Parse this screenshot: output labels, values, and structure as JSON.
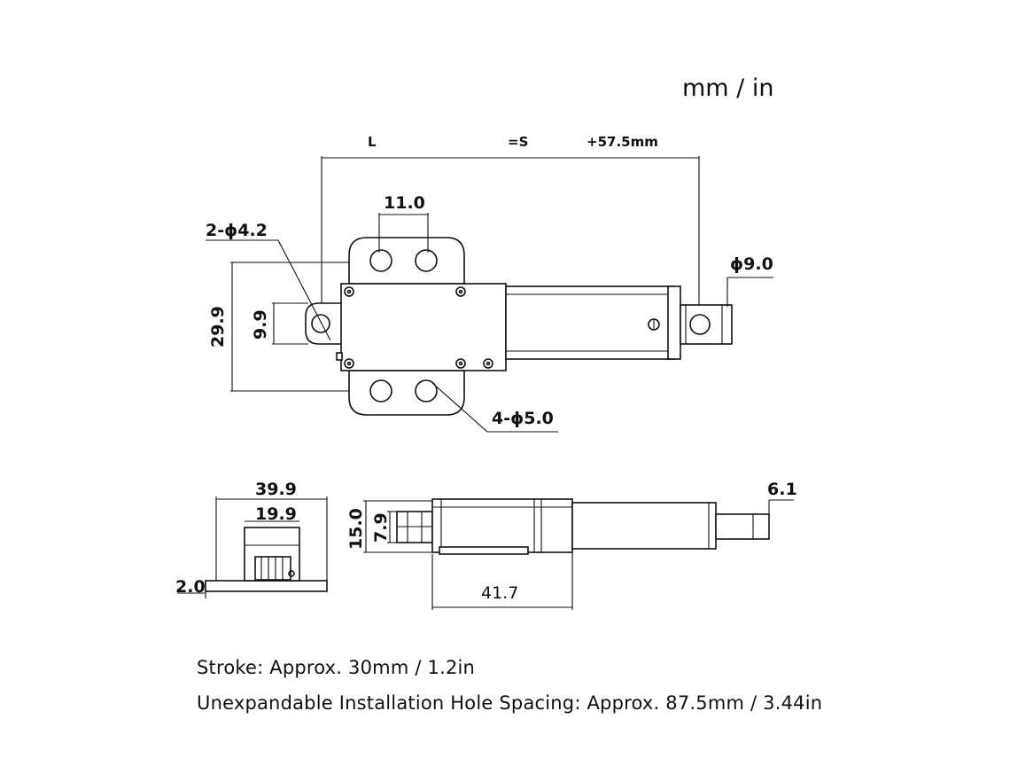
{
  "units": "mm / in",
  "top_view": {
    "length_label_l": "L",
    "length_label_s": "=S",
    "length_label_add": "+57.5mm",
    "hole_spacing": "11.0",
    "small_holes": "2-ϕ4.2",
    "rod_hole": "ϕ9.0",
    "height_overall": "29.9",
    "height_inner": "9.9",
    "mount_holes": "4-ϕ5.0"
  },
  "end_view": {
    "width_outer": "39.9",
    "width_inner": "19.9",
    "base_thickness": "2.0"
  },
  "side_view": {
    "height_outer": "15.0",
    "height_inner": "7.9",
    "rod_end": "6.1",
    "body_length": "41.7"
  },
  "notes": {
    "stroke": "Stroke: Approx. 30mm / 1.2in",
    "spacing": "Unexpandable Installation Hole Spacing: Approx. 87.5mm / 3.44in"
  }
}
